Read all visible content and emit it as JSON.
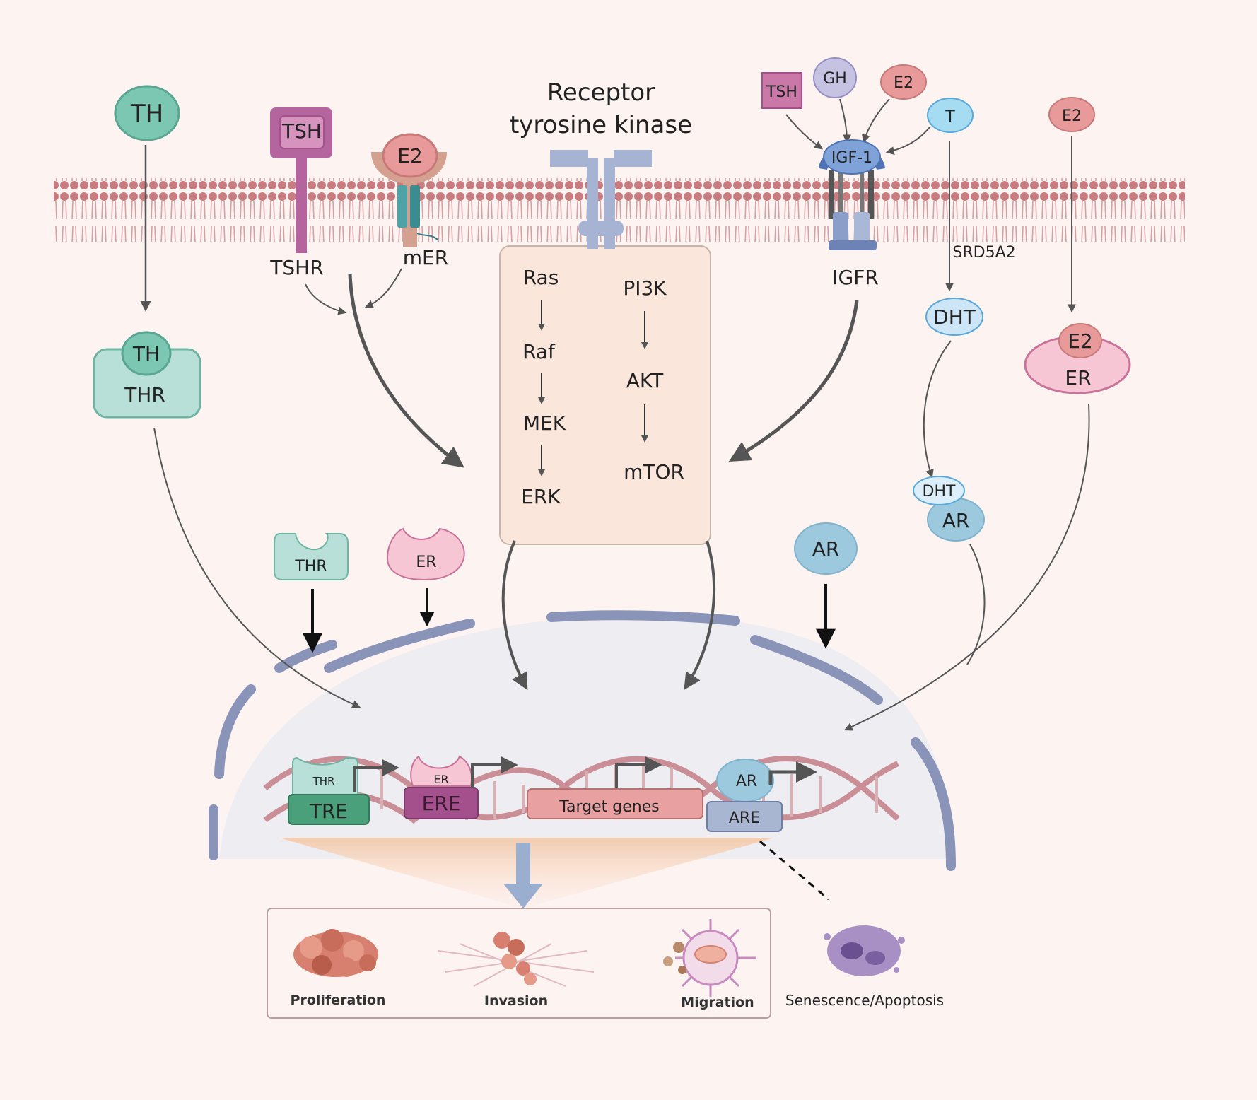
{
  "colors": {
    "background": "#fdf3f1",
    "membrane": "#c87c80",
    "teal": "#7cc7b2",
    "magenta": "#a4508c",
    "pink": "#f2c6d8",
    "blue": "#9cc9dd",
    "arrow": "#555555",
    "nucleus": "#eeeef2",
    "nucleus_edge": "#8a93b8"
  },
  "receptor_title_line1": "Receptor",
  "receptor_title_line2": "tyrosine kinase",
  "ligands": {
    "th": "TH",
    "tsh_left": "TSH",
    "e2_mer": "E2",
    "tsh_right": "TSH",
    "gh": "GH",
    "e2_igf": "E2",
    "igf1": "IGF-1",
    "t": "T",
    "e2_right": "E2"
  },
  "receptors": {
    "tshr": "TSHR",
    "mer": "mER",
    "igfr": "IGFR",
    "srd5a2": "SRD5A2",
    "dht_top": "DHT",
    "thr_th": "TH",
    "thr": "THR",
    "er_e2": "E2",
    "er": "ER",
    "dht_ar_dht": "DHT",
    "dht_ar_ar": "AR"
  },
  "pathway": {
    "left": [
      "Ras",
      "Raf",
      "MEK",
      "ERK"
    ],
    "right": [
      "PI3K",
      "AKT",
      "mTOR"
    ]
  },
  "free_receptors": {
    "thr": "THR",
    "er": "ER",
    "ar": "AR"
  },
  "dna": {
    "thr_bound": "THR",
    "tre": "TRE",
    "er_bound": "ER",
    "ere": "ERE",
    "target_genes": "Target genes",
    "ar_bound": "AR",
    "are": "ARE"
  },
  "outcomes": {
    "proliferation": "Proliferation",
    "invasion": "Invasion",
    "migration": "Migration",
    "senescence": "Senescence/Apoptosis"
  }
}
